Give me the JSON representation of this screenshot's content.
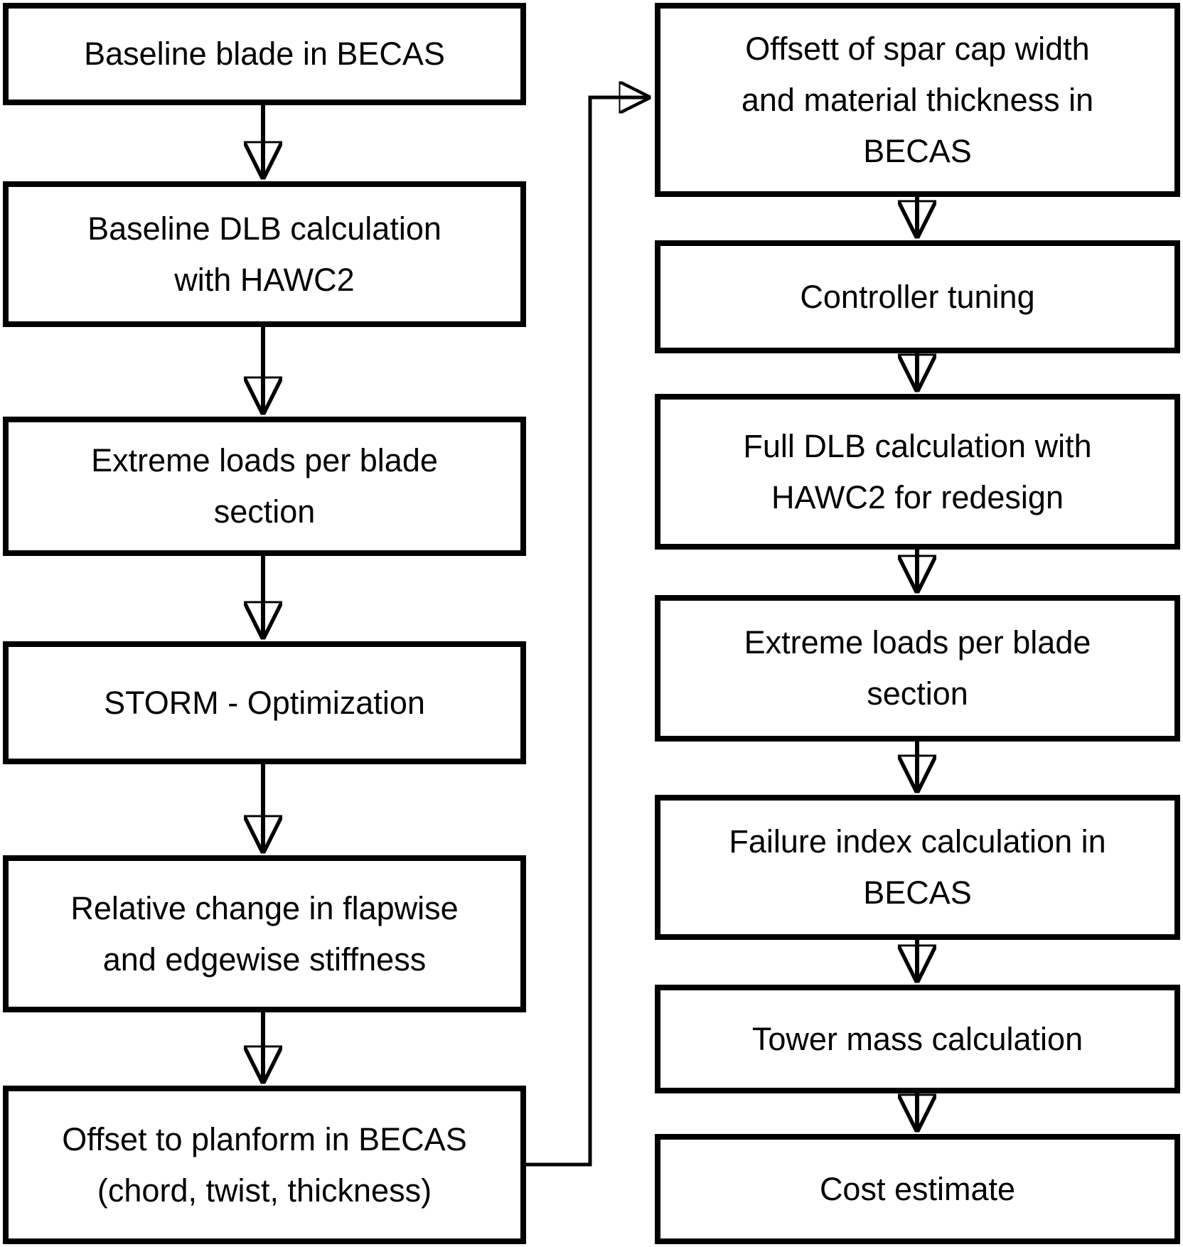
{
  "diagram": {
    "title": "Blade redesign workflow flowchart",
    "colors": {
      "background": "#ffffff",
      "line": "#000000",
      "text": "#000000"
    },
    "left_column": {
      "baseline_blade": "Baseline blade in BECAS",
      "baseline_dlb": "Baseline DLB calculation\nwith HAWC2",
      "extreme_loads": "Extreme loads per blade\nsection",
      "storm_optimization": "STORM - Optimization",
      "relative_change": "Relative change in flapwise\nand edgewise stiffness",
      "offset_planform": "Offset to planform in BECAS\n(chord, twist, thickness)"
    },
    "right_column": {
      "offset_spar_cap": "Offsett of spar cap width\nand material thickness in\nBECAS",
      "controller_tuning": "Controller tuning",
      "full_dlb": "Full DLB calculation with\nHAWC2 for redesign",
      "extreme_loads": "Extreme loads per blade\nsection",
      "failure_index": "Failure index calculation in\nBECAS",
      "tower_mass": "Tower mass calculation",
      "cost_estimate": "Cost estimate"
    }
  }
}
